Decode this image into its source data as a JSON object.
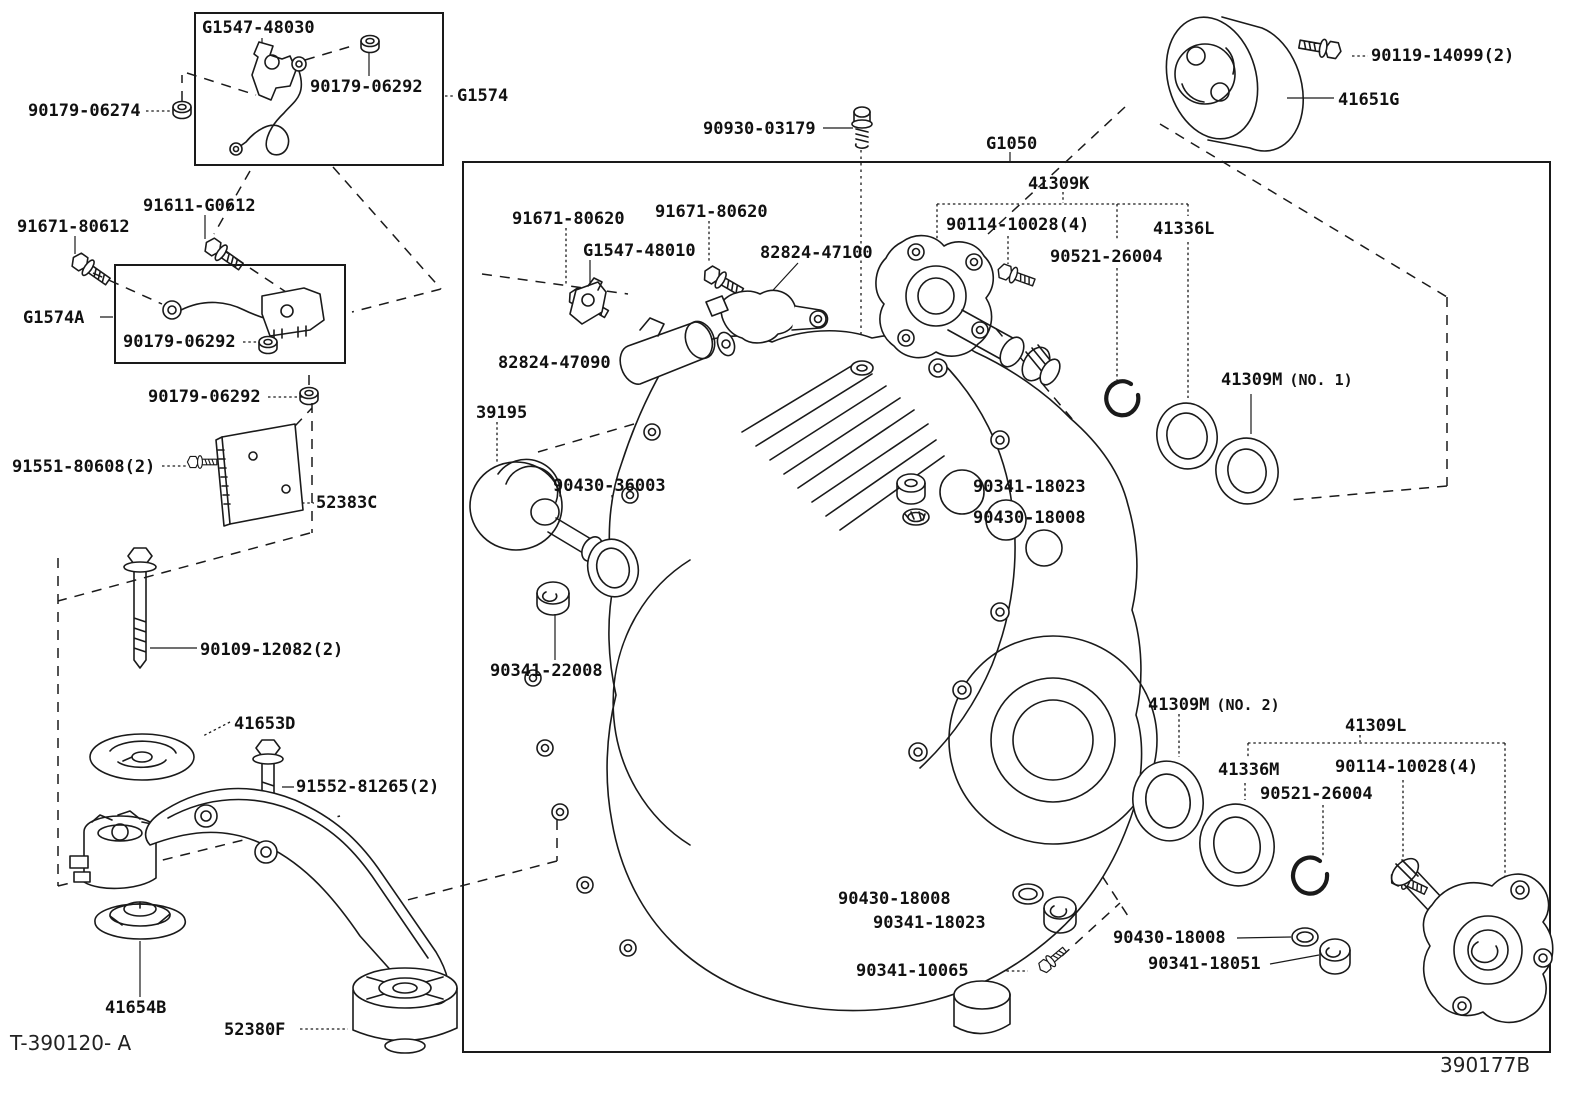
{
  "footer": {
    "left_code": "T-390120- A",
    "right_code": "390177B"
  },
  "callouts": [
    {
      "id": "g1547-48030",
      "label": "G1547-48030"
    },
    {
      "id": "90179-06292-a",
      "label": "90179-06292"
    },
    {
      "id": "g1574",
      "label": "G1574"
    },
    {
      "id": "90179-06274",
      "label": "90179-06274"
    },
    {
      "id": "91611-g0612",
      "label": "91611-G0612"
    },
    {
      "id": "91671-80612",
      "label": "91671-80612"
    },
    {
      "id": "g1574a",
      "label": "G1574A"
    },
    {
      "id": "90179-06292-b",
      "label": "90179-06292"
    },
    {
      "id": "90179-06292-c",
      "label": "90179-06292"
    },
    {
      "id": "91551-80608",
      "label": "91551-80608(2)"
    },
    {
      "id": "52383c",
      "label": "52383C"
    },
    {
      "id": "90109-12082",
      "label": "90109-12082(2)"
    },
    {
      "id": "41653d",
      "label": "41653D"
    },
    {
      "id": "91552-81265",
      "label": "91552-81265(2)"
    },
    {
      "id": "41654b",
      "label": "41654B"
    },
    {
      "id": "52380f",
      "label": "52380F"
    },
    {
      "id": "91671-80620-a",
      "label": "91671-80620"
    },
    {
      "id": "91671-80620-b",
      "label": "91671-80620"
    },
    {
      "id": "g1547-48010",
      "label": "G1547-48010"
    },
    {
      "id": "82824-47100",
      "label": "82824-47100"
    },
    {
      "id": "82824-47090",
      "label": "82824-47090"
    },
    {
      "id": "39195",
      "label": "39195"
    },
    {
      "id": "90430-36003",
      "label": "90430-36003"
    },
    {
      "id": "90341-22008",
      "label": "90341-22008"
    },
    {
      "id": "90930-03179",
      "label": "90930-03179"
    },
    {
      "id": "g1050",
      "label": "G1050"
    },
    {
      "id": "41309k",
      "label": "41309K"
    },
    {
      "id": "90114-10028-a",
      "label": "90114-10028(4)"
    },
    {
      "id": "41336l",
      "label": "41336L"
    },
    {
      "id": "90521-26004-a",
      "label": "90521-26004"
    },
    {
      "id": "90119-14099",
      "label": "90119-14099(2)"
    },
    {
      "id": "41651g",
      "label": "41651G"
    },
    {
      "id": "41309m-no1",
      "label": "41309M",
      "note": "(NO. 1)"
    },
    {
      "id": "90341-18023-a",
      "label": "90341-18023"
    },
    {
      "id": "90430-18008-a",
      "label": "90430-18008"
    },
    {
      "id": "41309m-no2",
      "label": "41309M",
      "note": "(NO. 2)"
    },
    {
      "id": "41309l",
      "label": "41309L"
    },
    {
      "id": "41336m",
      "label": "41336M"
    },
    {
      "id": "90114-10028-b",
      "label": "90114-10028(4)"
    },
    {
      "id": "90521-26004-b",
      "label": "90521-26004"
    },
    {
      "id": "90430-18008-b",
      "label": "90430-18008"
    },
    {
      "id": "90341-18023-b",
      "label": "90341-18023"
    },
    {
      "id": "90430-18008-c",
      "label": "90430-18008"
    },
    {
      "id": "90341-10065",
      "label": "90341-10065"
    },
    {
      "id": "90341-18051",
      "label": "90341-18051"
    }
  ]
}
